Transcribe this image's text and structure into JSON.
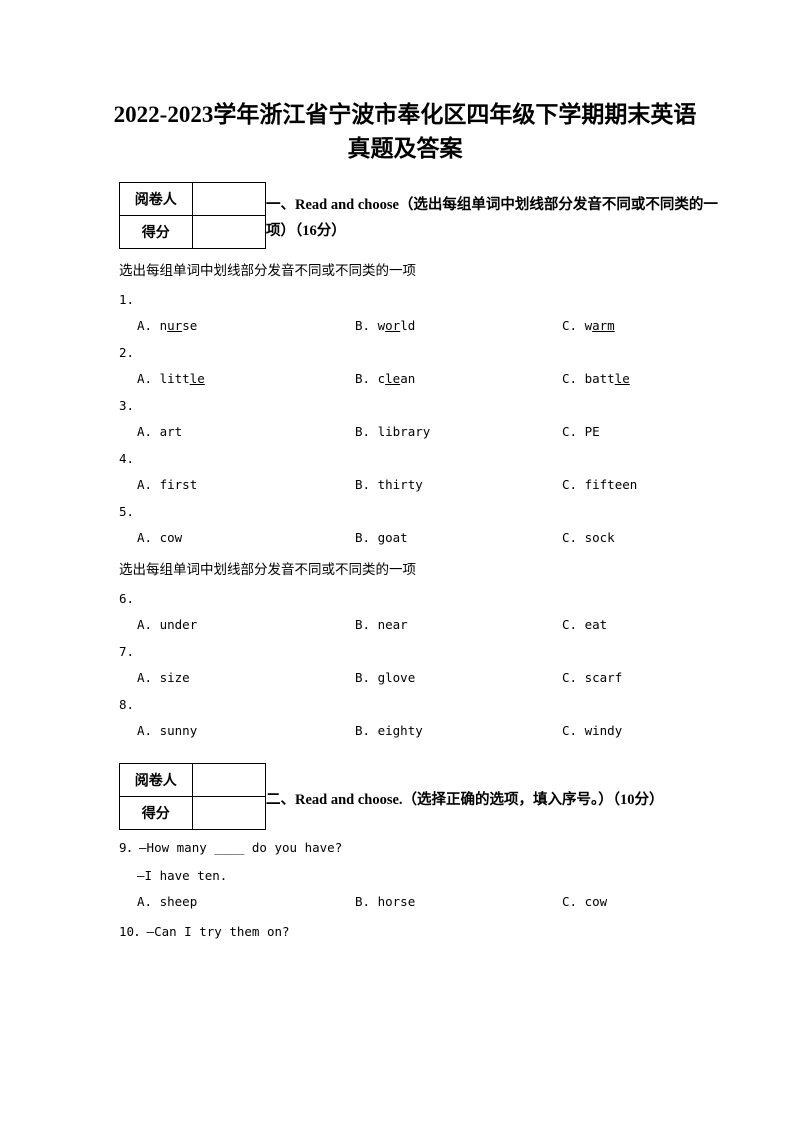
{
  "document": {
    "title_line1": "2022-2023学年浙江省宁波市奉化区四年级下学期期末英语",
    "title_line2": "真题及答案"
  },
  "score_table": {
    "reviewer_label": "阅卷人",
    "score_label": "得分",
    "reviewer_value": "",
    "score_value": ""
  },
  "sections": [
    {
      "heading": "一、Read and choose（选出每组单词中划线部分发音不同或不同类的一项）（16分）",
      "instruction_1": "选出每组单词中划线部分发音不同或不同类的一项",
      "instruction_2": "选出每组单词中划线部分发音不同或不同类的一项",
      "questions": [
        {
          "number": "1.",
          "options": [
            {
              "letter": "A.",
              "pre": "n",
              "mark": "ur",
              "post": "se"
            },
            {
              "letter": "B.",
              "pre": "w",
              "mark": "or",
              "post": "ld"
            },
            {
              "letter": "C.",
              "pre": "w",
              "mark": "arm",
              "post": ""
            }
          ]
        },
        {
          "number": "2.",
          "options": [
            {
              "letter": "A.",
              "pre": "litt",
              "mark": "le",
              "post": ""
            },
            {
              "letter": "B.",
              "pre": "c",
              "mark": "le",
              "post": "an"
            },
            {
              "letter": "C.",
              "pre": "batt",
              "mark": "le",
              "post": ""
            }
          ]
        },
        {
          "number": "3.",
          "options": [
            {
              "letter": "A.",
              "pre": "art",
              "mark": "",
              "post": ""
            },
            {
              "letter": "B.",
              "pre": "library",
              "mark": "",
              "post": ""
            },
            {
              "letter": "C.",
              "pre": "PE",
              "mark": "",
              "post": ""
            }
          ]
        },
        {
          "number": "4.",
          "options": [
            {
              "letter": "A.",
              "pre": "first",
              "mark": "",
              "post": ""
            },
            {
              "letter": "B.",
              "pre": "thirty",
              "mark": "",
              "post": ""
            },
            {
              "letter": "C.",
              "pre": "fifteen",
              "mark": "",
              "post": ""
            }
          ]
        },
        {
          "number": "5.",
          "options": [
            {
              "letter": "A.",
              "pre": "cow",
              "mark": "",
              "post": ""
            },
            {
              "letter": "B.",
              "pre": "goat",
              "mark": "",
              "post": ""
            },
            {
              "letter": "C.",
              "pre": "sock",
              "mark": "",
              "post": ""
            }
          ]
        },
        {
          "number": "6.",
          "options": [
            {
              "letter": "A.",
              "pre": "under",
              "mark": "",
              "post": ""
            },
            {
              "letter": "B.",
              "pre": "near",
              "mark": "",
              "post": ""
            },
            {
              "letter": "C.",
              "pre": "eat",
              "mark": "",
              "post": ""
            }
          ]
        },
        {
          "number": "7.",
          "options": [
            {
              "letter": "A.",
              "pre": "size",
              "mark": "",
              "post": ""
            },
            {
              "letter": "B.",
              "pre": "glove",
              "mark": "",
              "post": ""
            },
            {
              "letter": "C.",
              "pre": "scarf",
              "mark": "",
              "post": ""
            }
          ]
        },
        {
          "number": "8.",
          "options": [
            {
              "letter": "A.",
              "pre": "sunny",
              "mark": "",
              "post": ""
            },
            {
              "letter": "B.",
              "pre": "eighty",
              "mark": "",
              "post": ""
            },
            {
              "letter": "C.",
              "pre": "windy",
              "mark": "",
              "post": ""
            }
          ]
        }
      ]
    },
    {
      "heading": "二、Read and choose.（选择正确的选项，填入序号。）（10分）",
      "questions": [
        {
          "number": "9.",
          "prompt_line1": "9．―How many ____ do you have?",
          "prompt_line2": "―I have ten.",
          "options": [
            {
              "letter": "A.",
              "pre": "sheep",
              "mark": "",
              "post": ""
            },
            {
              "letter": "B.",
              "pre": "horse",
              "mark": "",
              "post": ""
            },
            {
              "letter": "C.",
              "pre": "cow",
              "mark": "",
              "post": ""
            }
          ]
        },
        {
          "number": "10.",
          "prompt_line1": "10．―Can I try them on?"
        }
      ]
    }
  ]
}
